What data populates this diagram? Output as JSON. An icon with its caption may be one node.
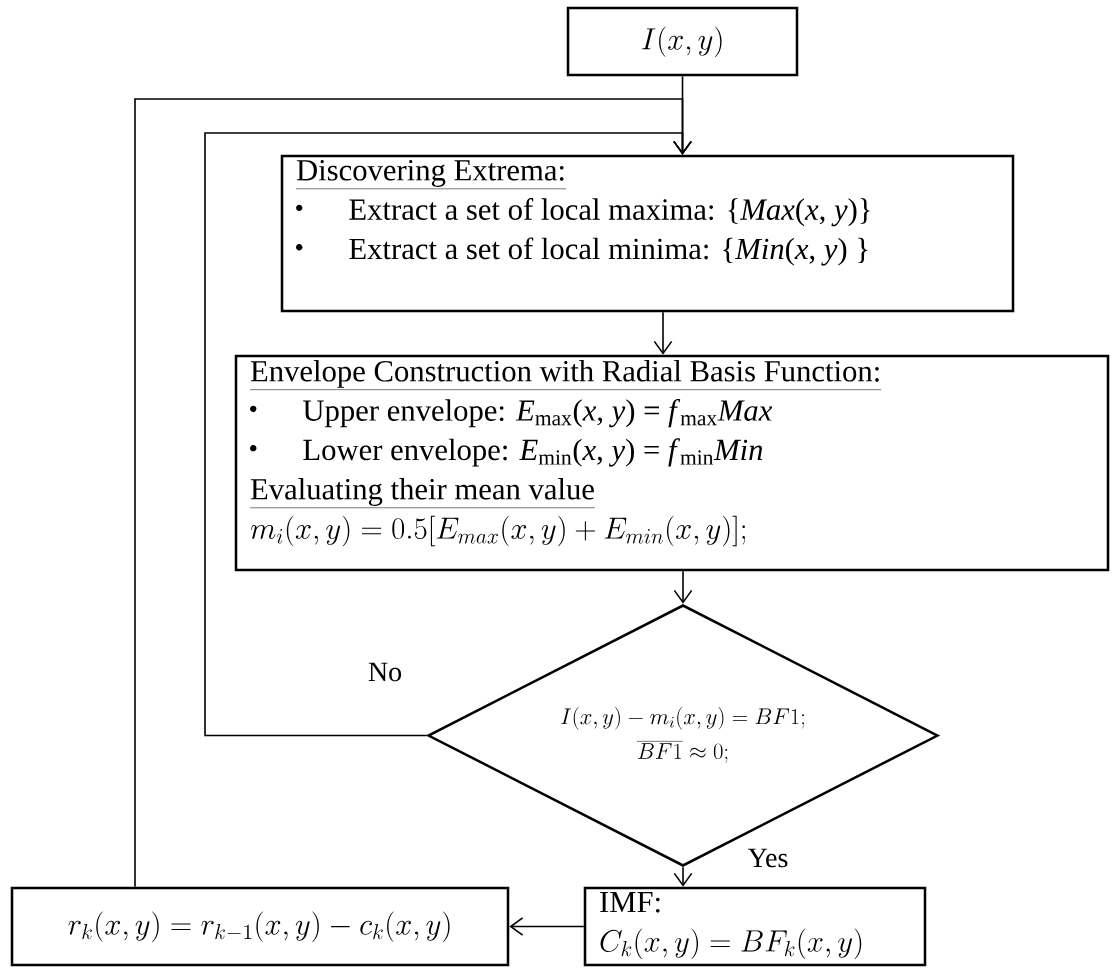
{
  "diagram": {
    "nodes": [
      {
        "text": [
          "I(x,y)"
        ]
      },
      {
        "text": [
          "Discovering Extrema:",
          "Extract a set of local maxima: {*Max*(*x*, *y*)}",
          "Extract a set of local minima: {*Min*(*x*, *y*) }"
        ]
      },
      {
        "text": [
          "Envelope Construction with Radial Basis Function:",
          "Upper envelope: *E*$_{max}$(*x*, *y*) = *f*$_{max}$*Max*",
          "Lower envelope: *E*$_{min}$(*x*, *y*) = *f*$_{min}$*Min*",
          "Evaluating their mean value",
          "m_i(x,y) = 0.5[E_{max}(x,y) + E_{min}(x,y)];"
        ]
      },
      {
        "text": [
          "I(x,y) - m_i(x,y) = BF1;",
          "\\overline{BF1} \\approx 0;"
        ]
      },
      {
        "text": [
          "IMF:",
          "C_k(x,y) = BF_k(x,y)"
        ]
      },
      {
        "text": [
          "r_k(x,y) = r_{k-1}(x,y) - c_k(x,y)"
        ]
      }
    ],
    "edges": [
      {
        "from": 0,
        "to": 1,
        "arrow": "to"
      },
      {
        "from": 1,
        "to": 2,
        "arrow": "to"
      },
      {
        "from": 2,
        "to": 3,
        "arrow": "to"
      },
      {
        "from": 3,
        "to": 1,
        "arrow": "to",
        "label": "No"
      },
      {
        "from": 3,
        "to": 4,
        "arrow": "to",
        "label": "Yes"
      },
      {
        "from": 4,
        "to": 5,
        "arrow": "to"
      },
      {
        "from": 5,
        "to": 1,
        "arrow": "to"
      }
    ]
  }
}
